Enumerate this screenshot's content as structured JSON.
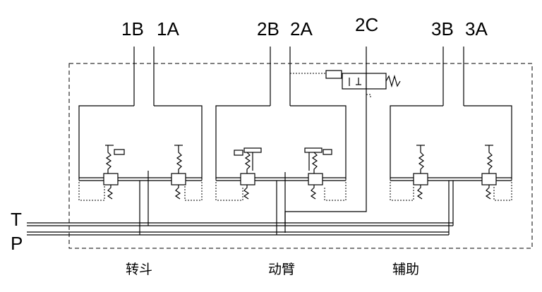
{
  "ports": {
    "p1b": "1B",
    "p1a": "1A",
    "p2b": "2B",
    "p2a": "2A",
    "p2c": "2C",
    "p3b": "3B",
    "p3a": "3A"
  },
  "lines": {
    "t": "T",
    "p": "P"
  },
  "sections": {
    "s1": "转斗",
    "s2": "动臂",
    "s3": "辅助"
  }
}
